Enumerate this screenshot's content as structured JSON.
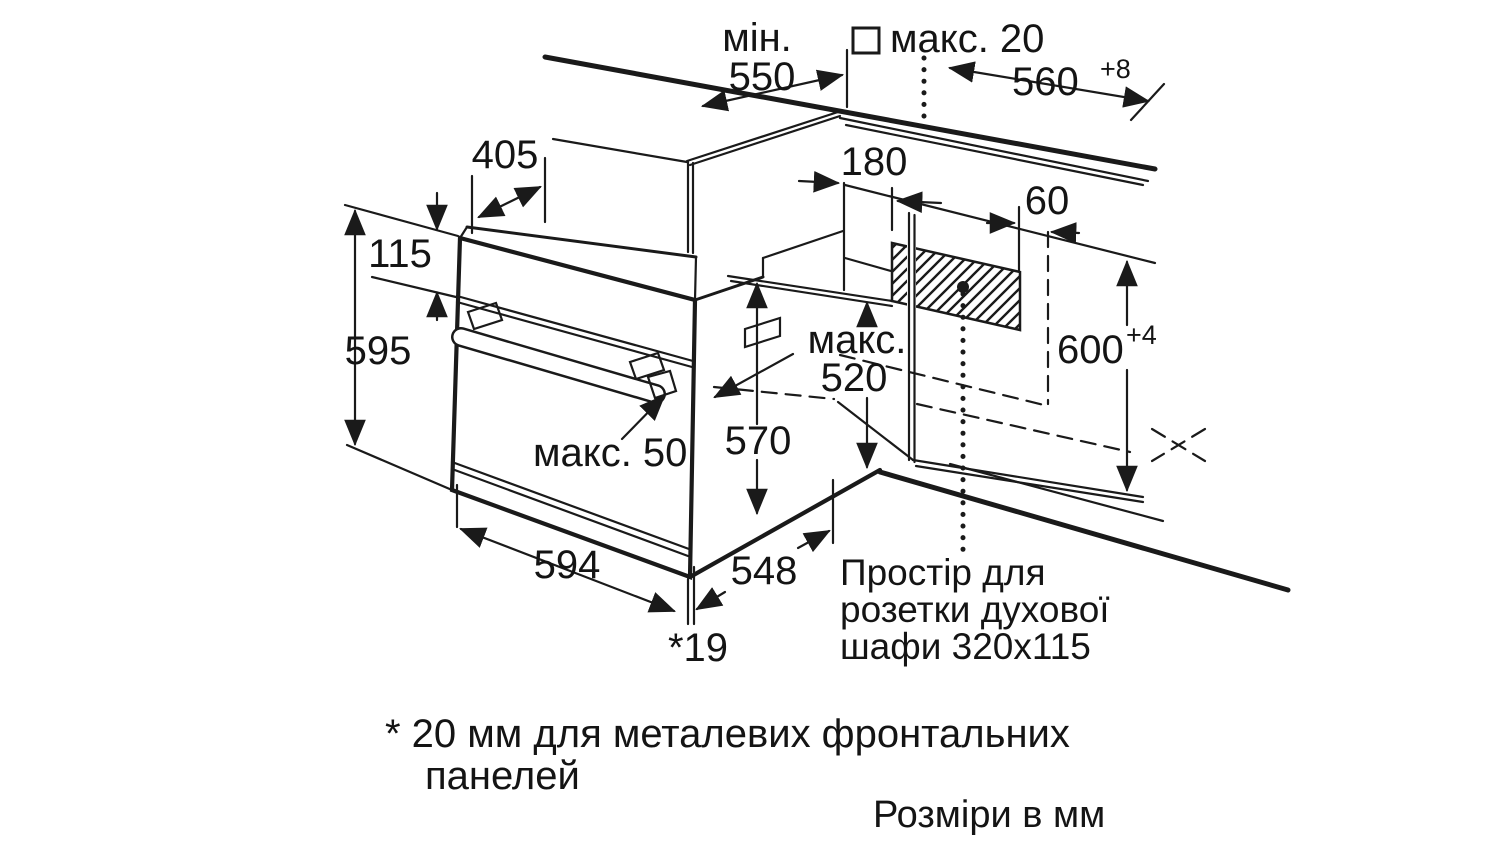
{
  "diagram": {
    "type": "oven installation drawing",
    "colors": {
      "line": "#1a1a1a",
      "background": "#ffffff"
    },
    "labels": {
      "min_550_word": "мін.",
      "min_550_value": "550",
      "max_20": "макс. 20",
      "depth_560": "560",
      "depth_560_tolerance": "+8",
      "top_depth_405": "405",
      "panel_height_115": "115",
      "oven_height_595": "595",
      "outlet_offset_180": "180",
      "outlet_offset_60": "60",
      "niche_height_600": "600",
      "niche_height_600_tolerance": "+4",
      "max_520_word": "макс.",
      "max_520_value": "520",
      "handle_max_50": "макс. 50",
      "oven_depth_570": "570",
      "oven_width_594": "594",
      "body_depth_548": "548",
      "front_panel_19": "*19"
    },
    "notes": {
      "socket_line1": "Простір для",
      "socket_line2": "розетки духової",
      "socket_line3": "шафи 320x115",
      "footnote_line1": "* 20 мм для металевих фронтальних",
      "footnote_line2": "панелей",
      "units": "Розміри в мм"
    }
  }
}
